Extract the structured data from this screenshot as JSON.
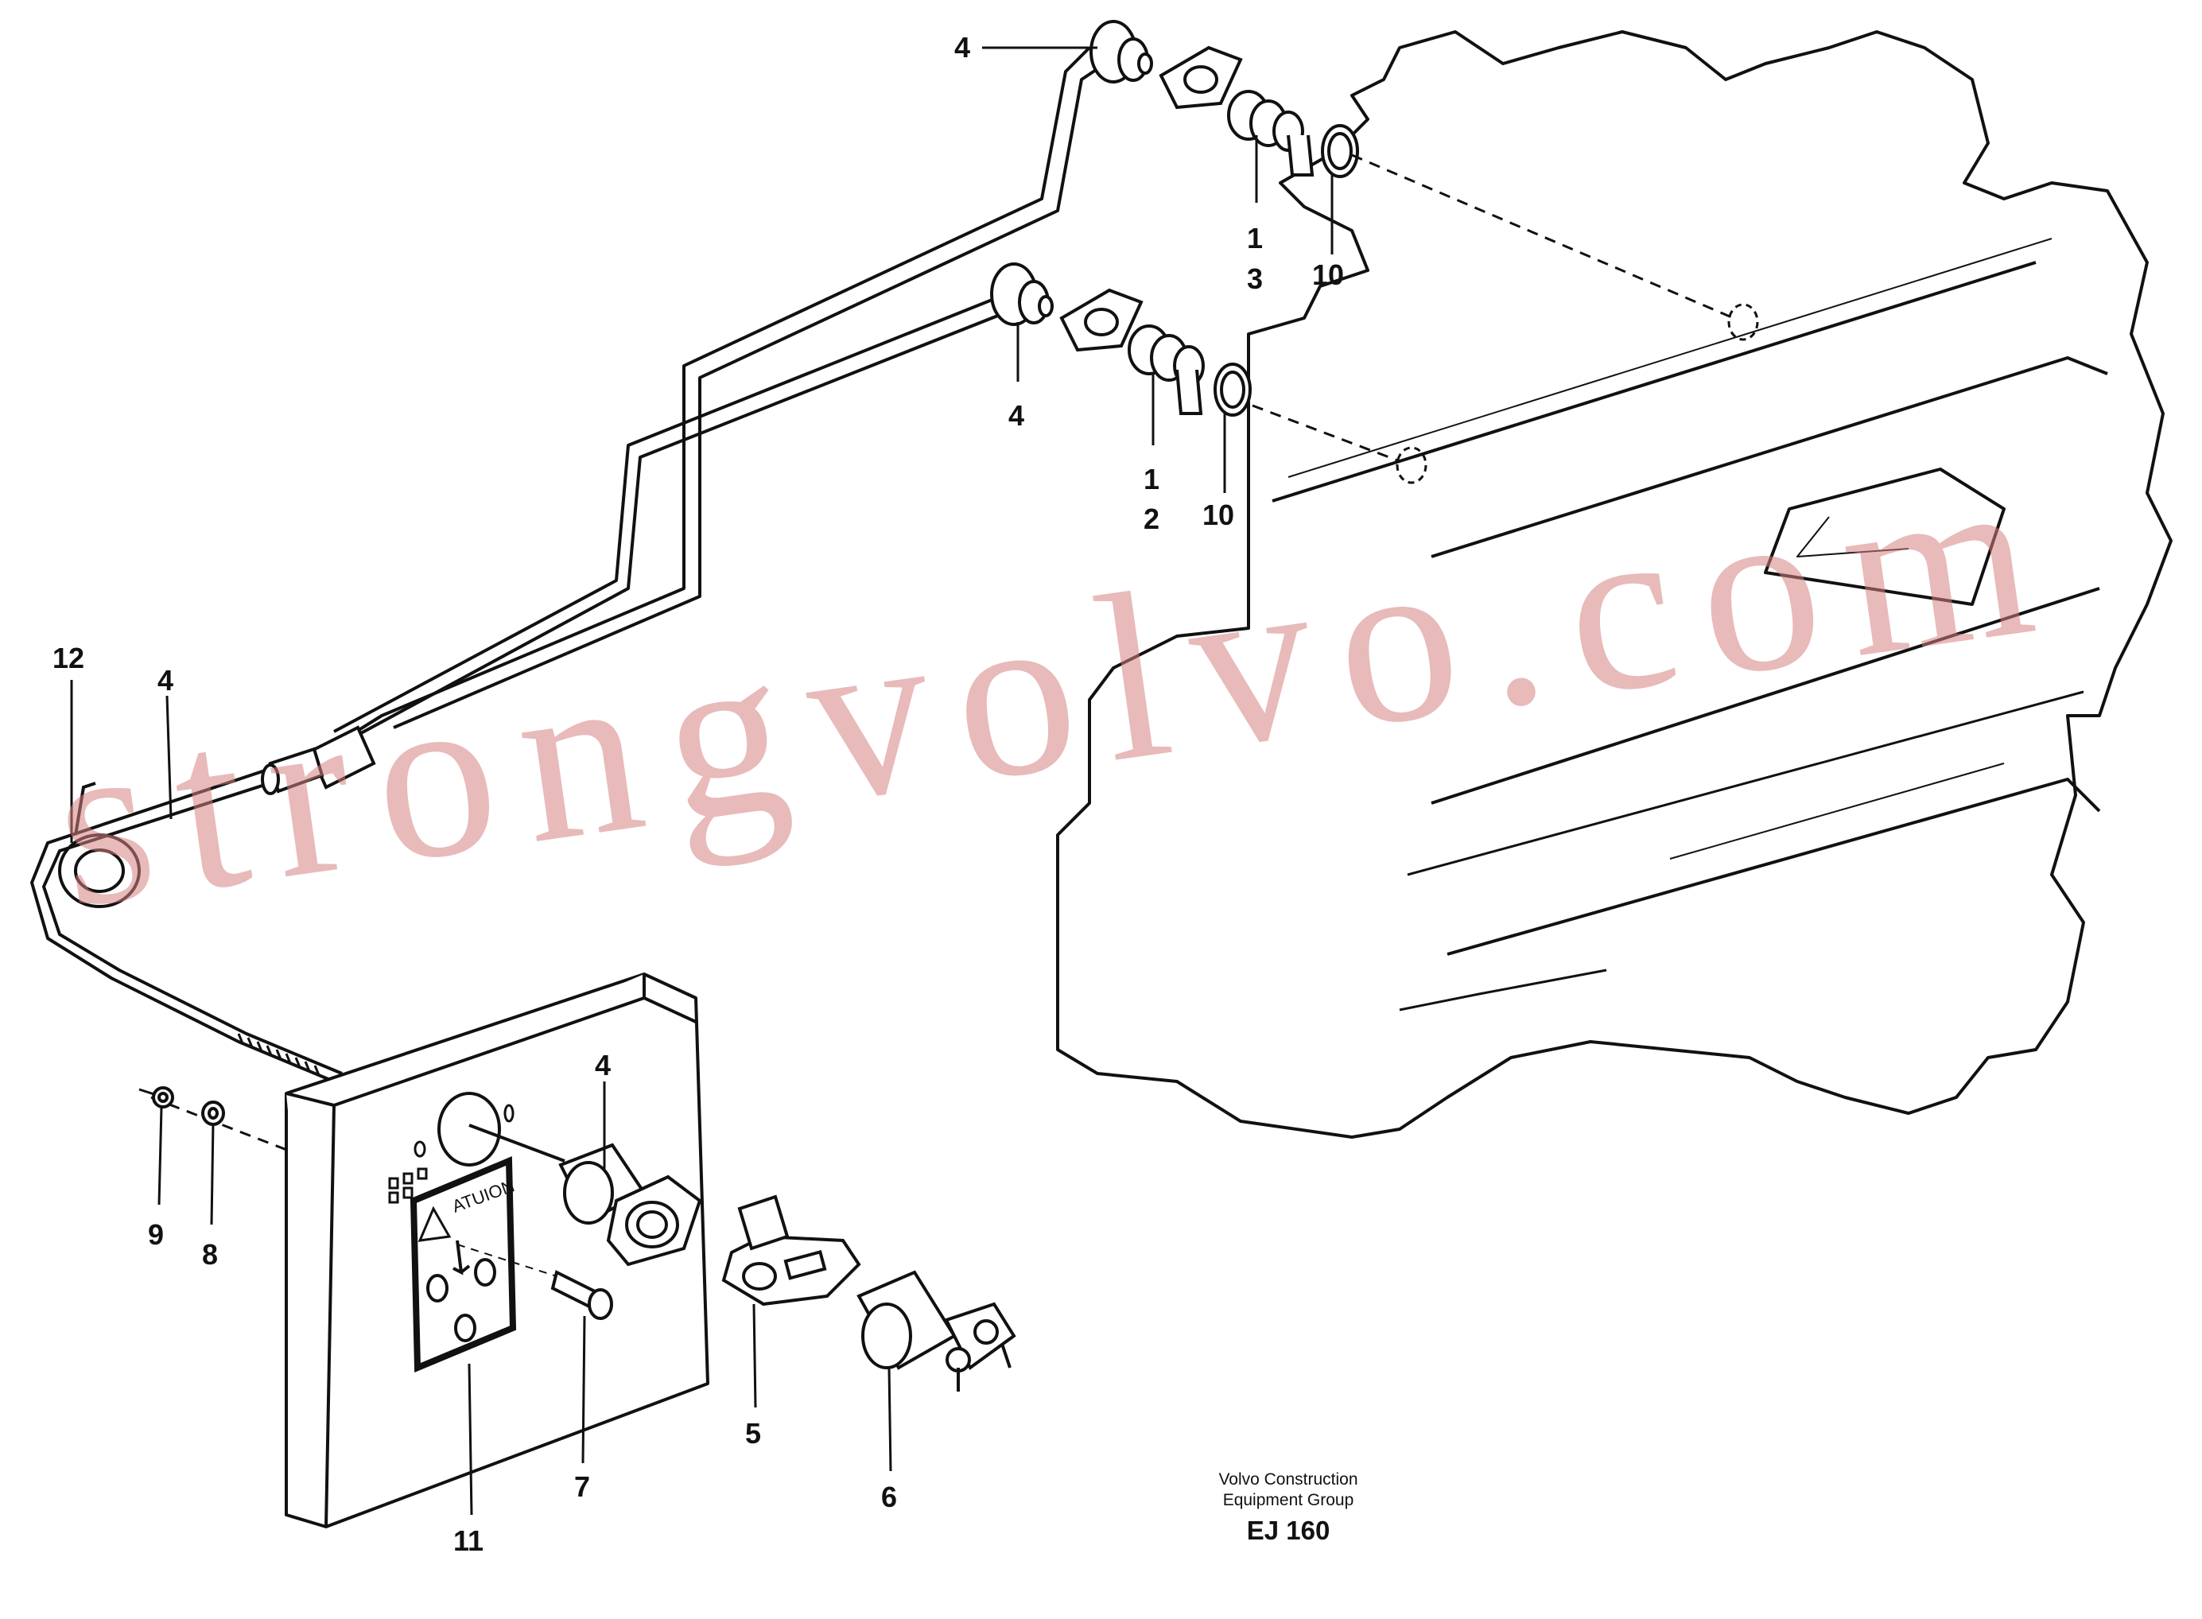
{
  "diagram": {
    "callouts": {
      "c4_top": "4",
      "c1_top": "1",
      "c3": "3",
      "c10_top": "10",
      "c4_mid": "4",
      "c1_mid": "1",
      "c2": "2",
      "c10_mid": "10",
      "c12": "12",
      "c4_left": "4",
      "c4_panel": "4",
      "c9": "9",
      "c8": "8",
      "c5": "5",
      "c6": "6",
      "c7": "7",
      "c11": "11"
    },
    "decal_text": "ATUION",
    "credit": {
      "line1": "Volvo Construction",
      "line2": "Equipment Group",
      "code": "EJ 160"
    },
    "watermark": "strongvolvo.com"
  }
}
